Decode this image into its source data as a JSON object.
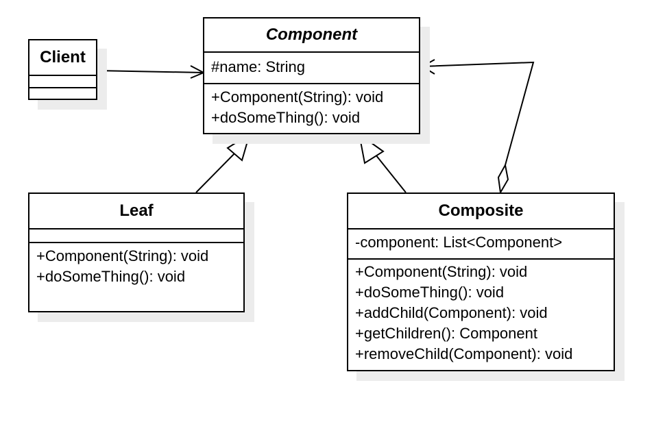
{
  "classes": {
    "component": {
      "name": "Component",
      "attributes": [
        "#name: String"
      ],
      "methods": [
        "+Component(String): void",
        "+doSomeThing(): void"
      ]
    },
    "client": {
      "name": "Client"
    },
    "leaf": {
      "name": "Leaf",
      "methods": [
        "+Component(String): void",
        "+doSomeThing(): void"
      ]
    },
    "composite": {
      "name": "Composite",
      "attributes": [
        "-component: List<Component>"
      ],
      "methods": [
        "+Component(String): void",
        "+doSomeThing(): void",
        "+addChild(Component): void",
        "+getChildren(): Component",
        "+removeChild(Component): void"
      ]
    }
  },
  "relationships": [
    {
      "from": "Client",
      "to": "Component",
      "kind": "association"
    },
    {
      "from": "Leaf",
      "to": "Component",
      "kind": "generalization"
    },
    {
      "from": "Composite",
      "to": "Component",
      "kind": "generalization"
    },
    {
      "from": "Composite",
      "to": "Component",
      "kind": "aggregation"
    }
  ]
}
